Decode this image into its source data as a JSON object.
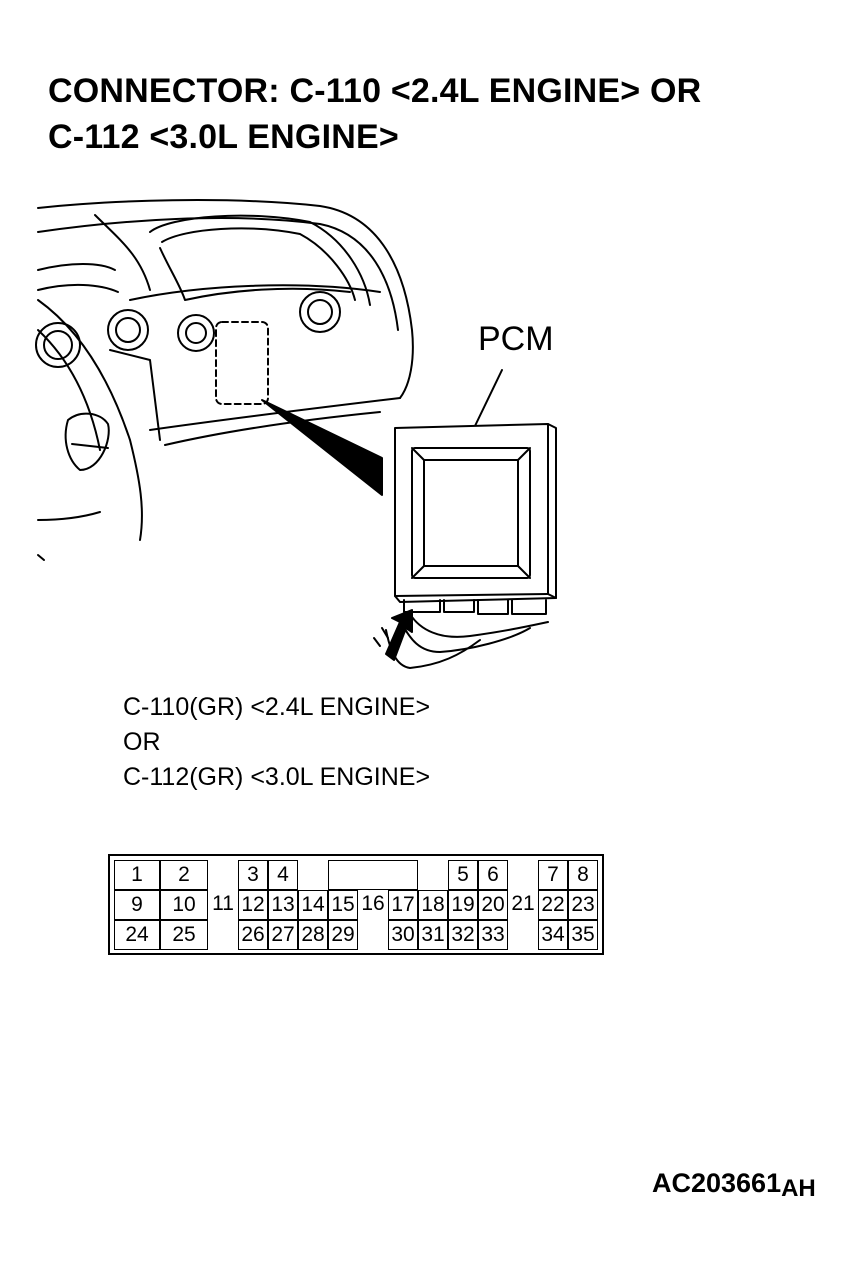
{
  "title": {
    "line1": "CONNECTOR: C-110 <2.4L ENGINE> OR",
    "line2": "C-112 <3.0L ENGINE>"
  },
  "illustration": {
    "pcm_label": "PCM"
  },
  "caption": {
    "line1": "C-110(GR) <2.4L ENGINE>",
    "line2": "OR",
    "line3": "C-112(GR) <3.0L ENGINE>"
  },
  "connector": {
    "pins": [
      "1",
      "2",
      "3",
      "4",
      "5",
      "6",
      "7",
      "8",
      "9",
      "10",
      "11",
      "12",
      "13",
      "14",
      "15",
      "16",
      "17",
      "18",
      "19",
      "20",
      "21",
      "22",
      "23",
      "24",
      "25",
      "26",
      "27",
      "28",
      "29",
      "30",
      "31",
      "32",
      "33",
      "34",
      "35"
    ]
  },
  "figure_code": {
    "main": "AC203661",
    "suffix": "AH"
  }
}
